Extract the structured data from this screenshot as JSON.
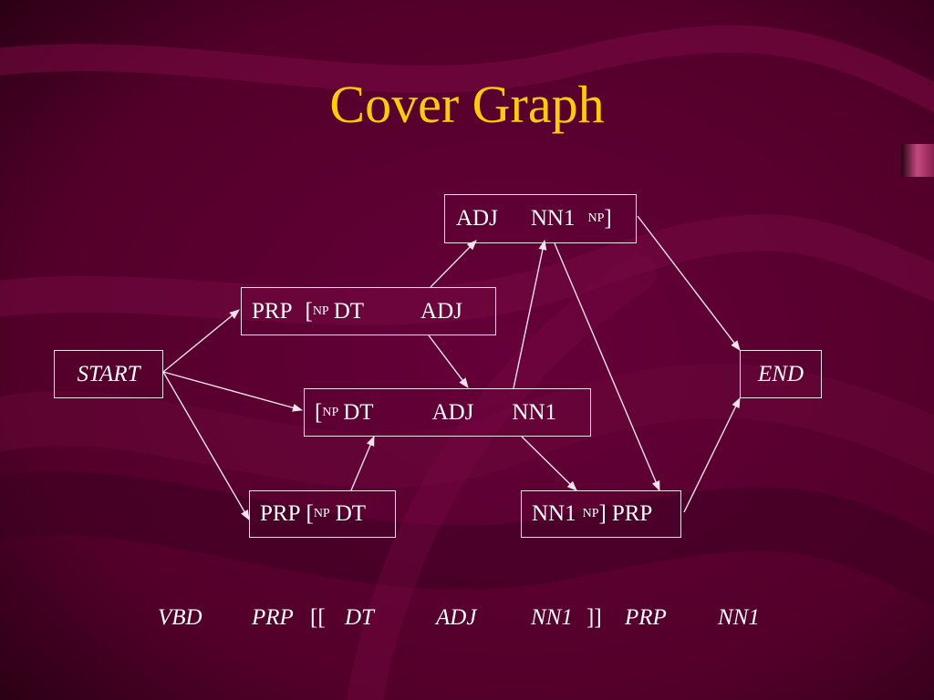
{
  "slide": {
    "title": "Cover Graph",
    "colors": {
      "background": "#5a0030",
      "title": "#ffcc00",
      "text": "#ffffff",
      "stroke": "#f2e3ea"
    }
  },
  "nodes": {
    "adj_nn1_np": {
      "adj": "ADJ",
      "nn1": "NN1",
      "np": "NP",
      "close": "]"
    },
    "prp_np_dt_adj": {
      "prp": "PRP",
      "open": "[",
      "np": "NP",
      "dt": "DT",
      "adj": "ADJ"
    },
    "start": {
      "label": "START"
    },
    "end": {
      "label": "END"
    },
    "np_dt_adj_nn1": {
      "open": "[",
      "np": "NP",
      "dt": "DT",
      "adj": "ADJ",
      "nn1": "NN1"
    },
    "prp_np_dt": {
      "prp": "PRP",
      "open": "[",
      "np": "NP",
      "dt": "DT"
    },
    "nn1_np_prp": {
      "nn1": "NN1",
      "np": "NP",
      "close": "]",
      "prp": "PRP"
    }
  },
  "edges": [
    {
      "from": "start",
      "to": "prp_np_dt_adj"
    },
    {
      "from": "start",
      "to": "np_dt_adj_nn1"
    },
    {
      "from": "start",
      "to": "prp_np_dt"
    },
    {
      "from": "prp_np_dt_adj",
      "to": "adj_nn1_np"
    },
    {
      "from": "prp_np_dt_adj",
      "to": "np_dt_adj_nn1"
    },
    {
      "from": "np_dt_adj_nn1",
      "to": "adj_nn1_np"
    },
    {
      "from": "np_dt_adj_nn1",
      "to": "nn1_np_prp"
    },
    {
      "from": "prp_np_dt",
      "to": "np_dt_adj_nn1"
    },
    {
      "from": "adj_nn1_np",
      "to": "nn1_np_prp"
    },
    {
      "from": "adj_nn1_np",
      "to": "end"
    },
    {
      "from": "nn1_np_prp",
      "to": "end"
    }
  ],
  "sequence": {
    "vbd": "VBD",
    "prp1": "PRP",
    "open_brackets": "[[",
    "dt": "DT",
    "adj": "ADJ",
    "nn1": "NN1",
    "close_brackets": "]]",
    "prp2": "PRP",
    "nn1_2": "NN1"
  }
}
